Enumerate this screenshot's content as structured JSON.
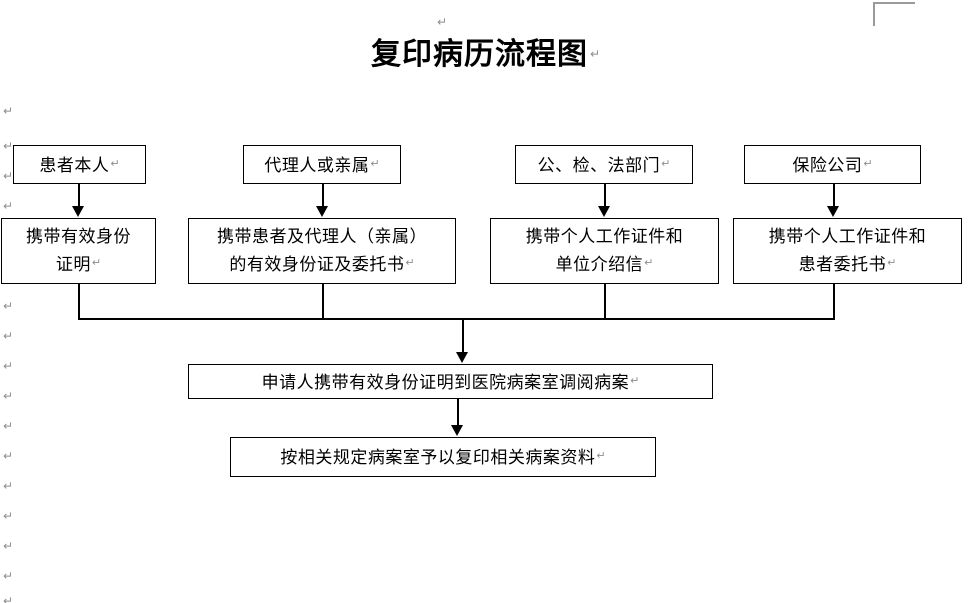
{
  "document": {
    "title": "复印病历流程图",
    "paragraph_mark": "↵",
    "page_bg": "#ffffff",
    "line_color": "#000000",
    "mark_color": "#8d8d8d"
  },
  "flowchart": {
    "type": "flowchart",
    "orientation": "top-down",
    "row_sources": [
      {
        "id": "source-1",
        "label": "患者本人"
      },
      {
        "id": "source-2",
        "label": "代理人或亲属"
      },
      {
        "id": "source-3",
        "label": "公、检、法部门"
      },
      {
        "id": "source-4",
        "label": "保险公司"
      }
    ],
    "row_requirements": [
      {
        "id": "requirement-1",
        "line1": "携带有效身份",
        "line2": "证明"
      },
      {
        "id": "requirement-2",
        "line1": "携带患者及代理人（亲属）",
        "line2": "的有效身份证及委托书"
      },
      {
        "id": "requirement-3",
        "line1": "携带个人工作证件和",
        "line2": "单位介绍信"
      },
      {
        "id": "requirement-4",
        "line1": "携带个人工作证件和",
        "line2": "患者委托书"
      }
    ],
    "steps": [
      {
        "id": "step-retrieve",
        "label": "申请人携带有效身份证明到医院病案室调阅病案"
      },
      {
        "id": "step-copy",
        "label": "按相关规定病案室予以复印相关病案资料"
      }
    ]
  },
  "margin_marks": {
    "count": 17,
    "symbol": "↵"
  }
}
